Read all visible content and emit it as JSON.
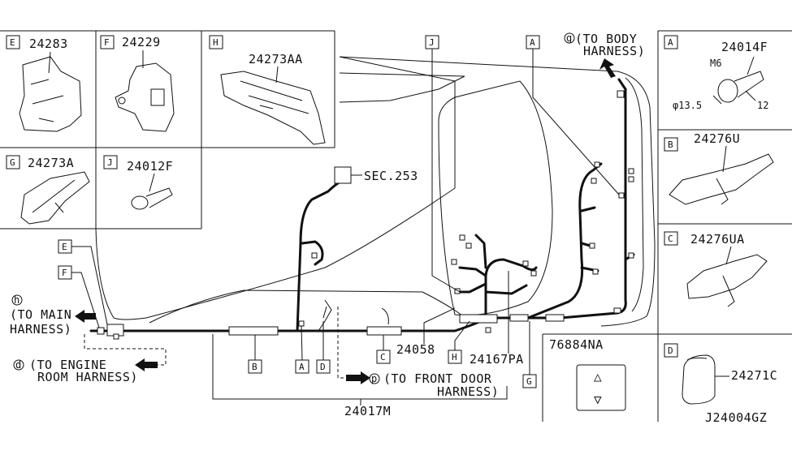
{
  "panels": {
    "E": {
      "letter": "E",
      "part": "24283"
    },
    "F": {
      "letter": "F",
      "part": "24229"
    },
    "H": {
      "letter": "H",
      "part": "24273AA"
    },
    "G": {
      "letter": "G",
      "part": "24273A"
    },
    "J": {
      "letter": "J",
      "part": "24012F"
    },
    "A": {
      "letter": "A",
      "part": "24014F",
      "bolt": "M6",
      "dia": "φ13.5",
      "len": "12"
    },
    "B": {
      "letter": "B",
      "part": "24276U"
    },
    "C": {
      "letter": "C",
      "part": "24276UA"
    },
    "D": {
      "letter": "D",
      "part": "24271C"
    }
  },
  "harness": {
    "sec": "SEC.253",
    "main_part": "24017M",
    "p24058": "24058",
    "p24167PA": "24167PA",
    "labels": {
      "E": "E",
      "F": "F",
      "J": "J",
      "A_top": "A",
      "B": "B",
      "A": "A",
      "D": "D",
      "C": "C",
      "H": "H",
      "G": "G"
    }
  },
  "destinations": {
    "body": {
      "circle": "g",
      "line1": "(TO BODY",
      "line2": "HARNESS)"
    },
    "main": {
      "circle": "h",
      "line1": "(TO MAIN",
      "line2": "HARNESS)"
    },
    "engine": {
      "circle": "d",
      "line1": "(TO ENGINE",
      "line2": "ROOM HARNESS)"
    },
    "front_door": {
      "circle": "p",
      "line1": "(TO FRONT DOOR",
      "line2": "HARNESS)"
    }
  },
  "switch_panel": {
    "part": "76884NA",
    "up": "△",
    "down": "▽"
  },
  "diagram_code": "J24004GZ"
}
